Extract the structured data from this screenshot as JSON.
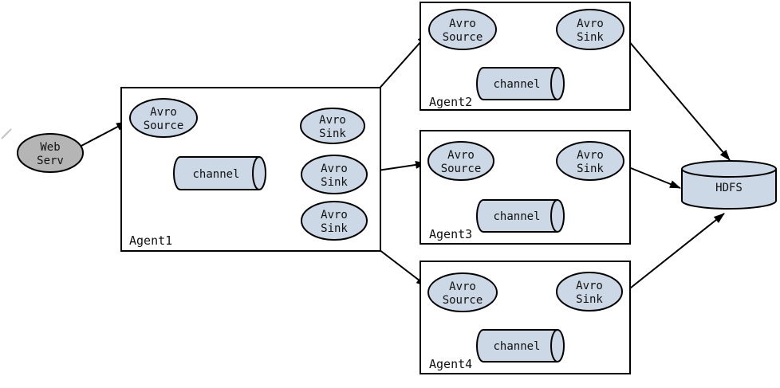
{
  "diagram": {
    "web_server": {
      "line1": "Web",
      "line2": "Serv"
    },
    "hdfs": {
      "label": "HDFS"
    },
    "agents": [
      {
        "name": "Agent1",
        "source": {
          "line1": "Avro",
          "line2": "Source"
        },
        "channel": {
          "label": "channel"
        },
        "sinks": [
          {
            "line1": "Avro",
            "line2": "Sink"
          },
          {
            "line1": "Avro",
            "line2": "Sink"
          },
          {
            "line1": "Avro",
            "line2": "Sink"
          }
        ]
      },
      {
        "name": "Agent2",
        "source": {
          "line1": "Avro",
          "line2": "Source"
        },
        "channel": {
          "label": "channel"
        },
        "sinks": [
          {
            "line1": "Avro",
            "line2": "Sink"
          }
        ]
      },
      {
        "name": "Agent3",
        "source": {
          "line1": "Avro",
          "line2": "Source"
        },
        "channel": {
          "label": "channel"
        },
        "sinks": [
          {
            "line1": "Avro",
            "line2": "Sink"
          }
        ]
      },
      {
        "name": "Agent4",
        "source": {
          "line1": "Avro",
          "line2": "Source"
        },
        "channel": {
          "label": "channel"
        },
        "sinks": [
          {
            "line1": "Avro",
            "line2": "Sink"
          }
        ]
      }
    ],
    "colors": {
      "node_fill": "#ccd8e6",
      "web_fill": "#b5b5b5",
      "stroke": "#000000"
    }
  }
}
